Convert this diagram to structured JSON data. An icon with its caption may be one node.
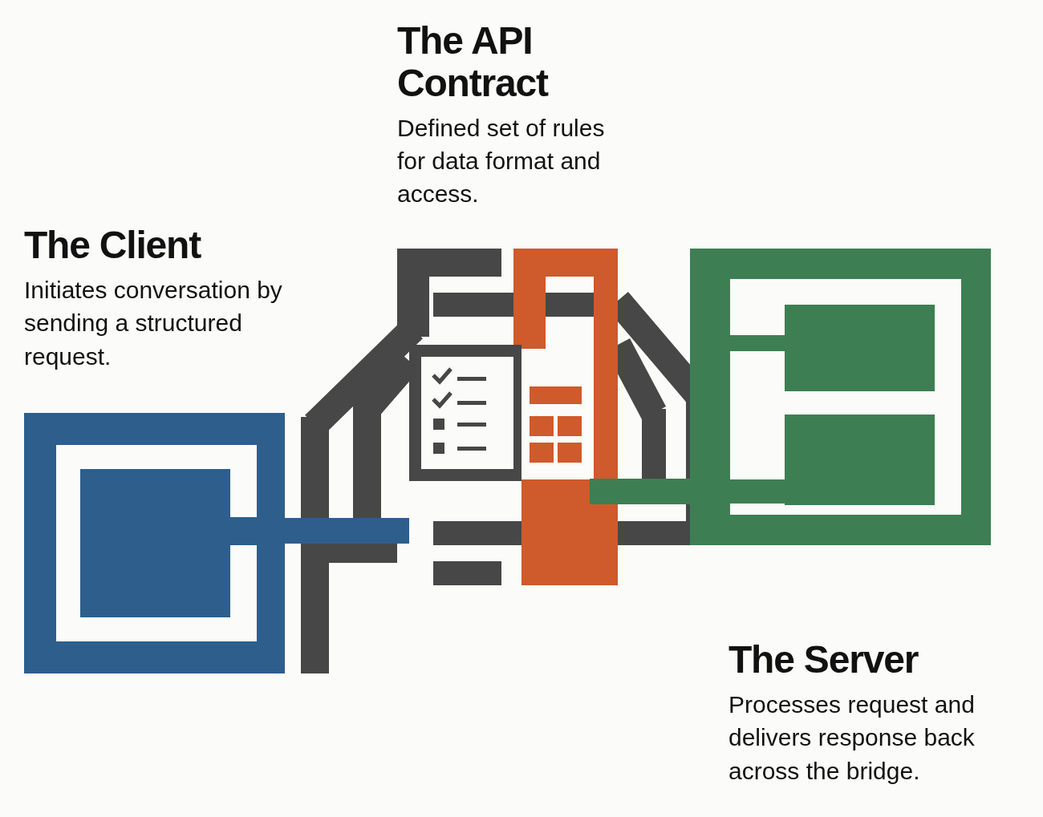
{
  "diagram": {
    "nodes": [
      {
        "text": [],
        "shape": "picture",
        "beside": [
          "The Client",
          "Initiates conversation by sending a structured request."
        ]
      },
      {
        "text": [],
        "shape": "picture",
        "beside": [
          "The API Contract",
          "Defined set of rules for data format and access."
        ]
      },
      {
        "text": [],
        "shape": "picture",
        "beside": [
          "The Server",
          "Processes request and delivers response back across the bridge."
        ]
      }
    ],
    "edges": [
      {
        "from": 0,
        "to": 1,
        "arrow": "none",
        "color": "#2e5e8c"
      },
      {
        "from": 2,
        "to": 1,
        "arrow": "none",
        "color": "#3d7f52"
      }
    ]
  }
}
